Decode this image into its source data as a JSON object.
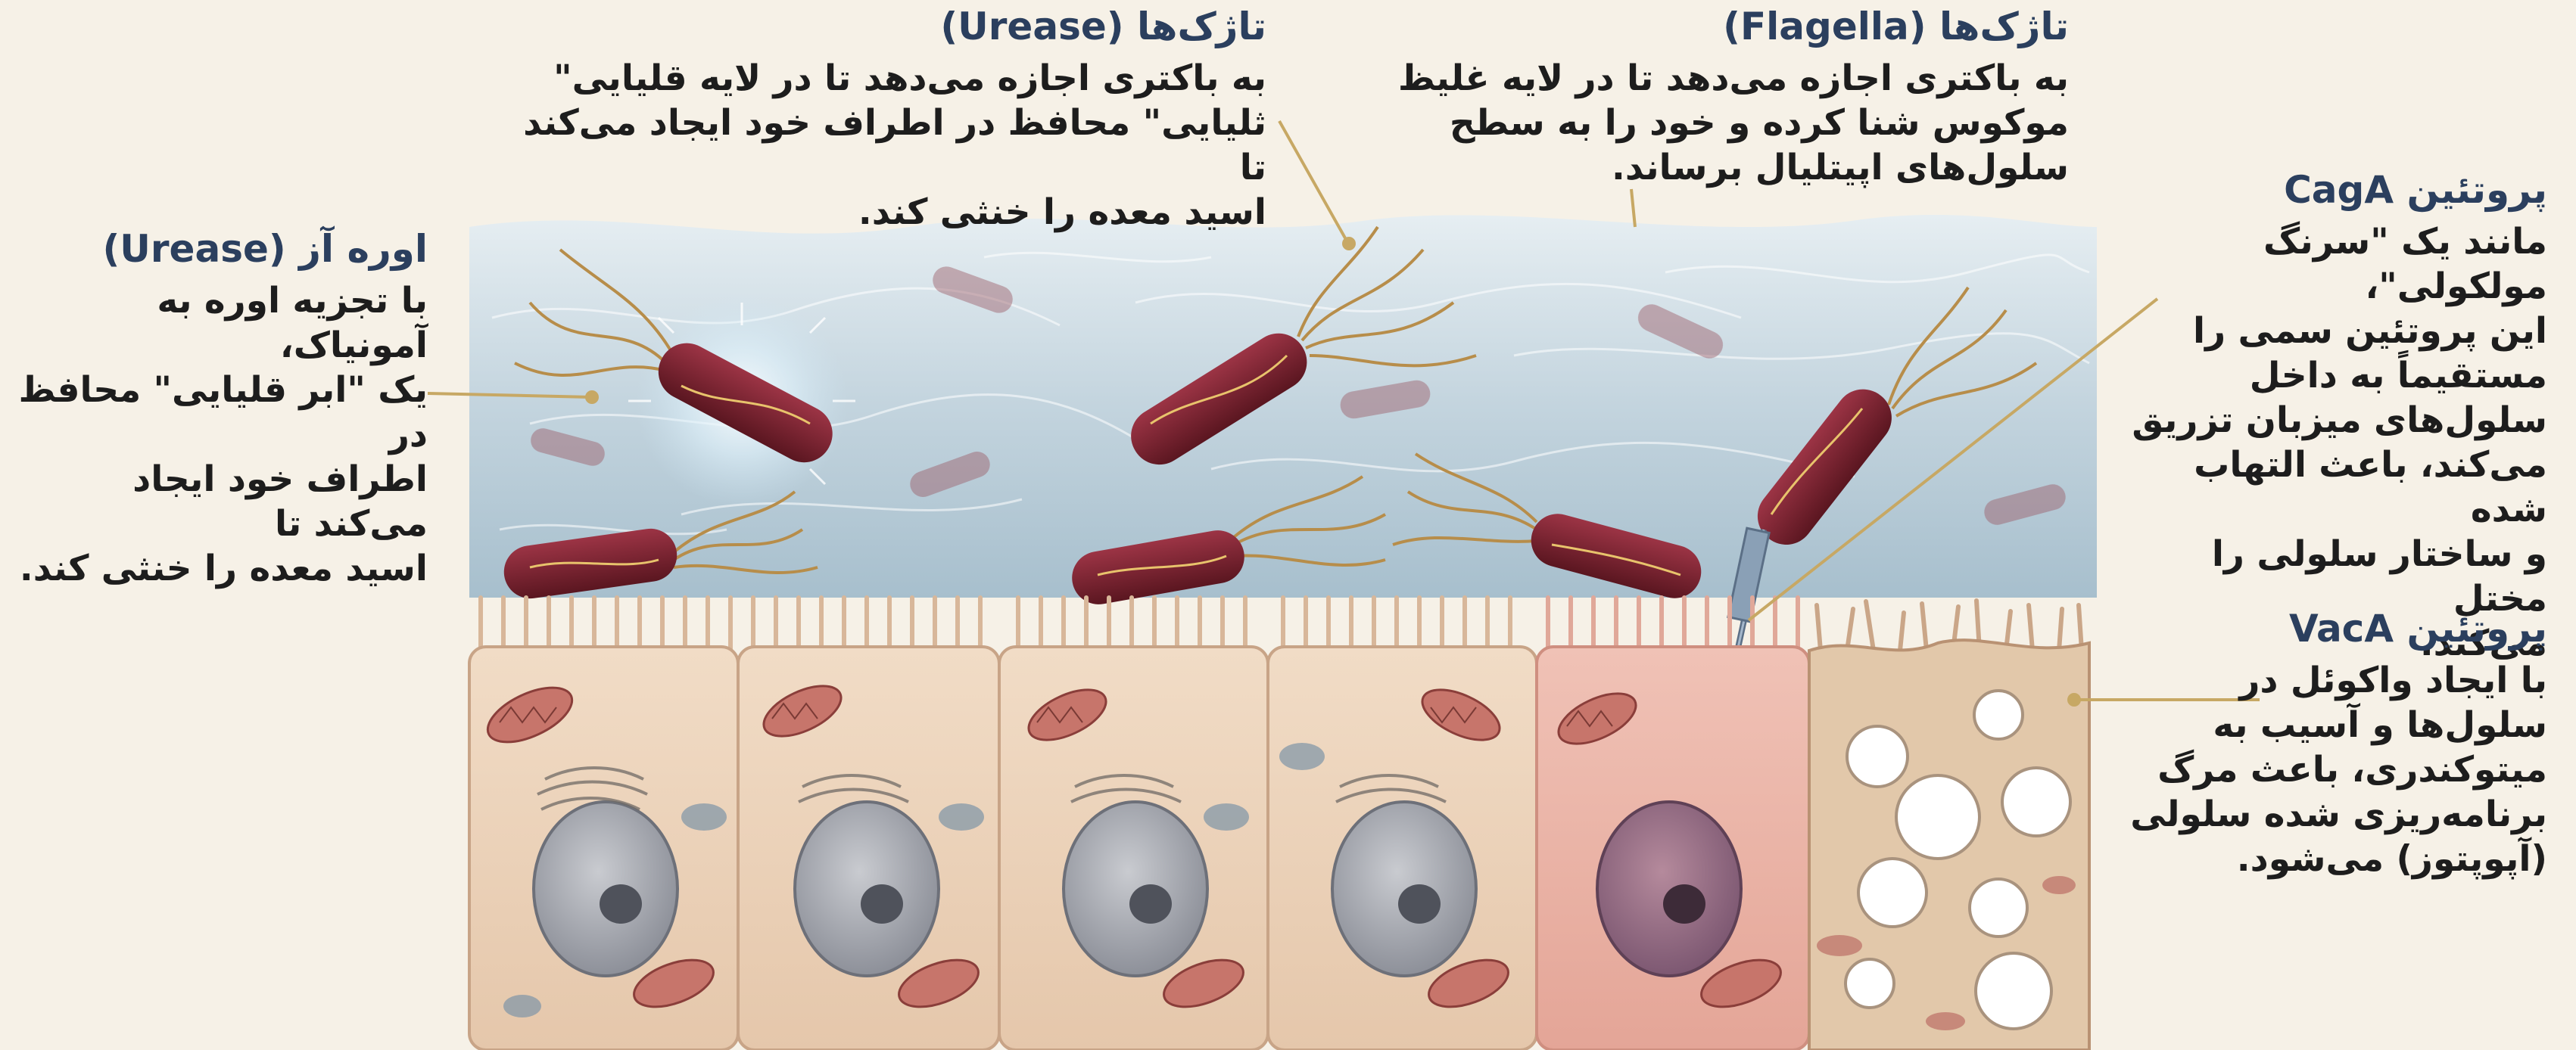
{
  "callouts": {
    "flagella": {
      "title": "تاژک‌ها (Flagella)",
      "lines": [
        "به باکتری اجازه می‌دهد تا در لایه غلیظ",
        "موکوس شنا کرده و خود را به سطح",
        "سلول‌های اپیتلیال برساند."
      ]
    },
    "urease_top": {
      "title": "تاژک‌ها (Urease)",
      "lines": [
        "به باکتری اجازه می‌دهد تا در لایه قلیایی\"",
        "ثلیایی\" محافظ در اطراف خود ایجاد می‌کند تا",
        "اسید معده را خنثی کند."
      ]
    },
    "urease_left": {
      "title": "اوره آز (Urease)",
      "lines": [
        "با تجزیه اوره به آمونیاک،",
        "یک \"ابر قلیایی\" محافظ در",
        "اطراف خود ایجاد می‌کند تا",
        "اسید معده را خنثی کند."
      ]
    },
    "caga": {
      "title": "پروتئین CagA",
      "lines": [
        "مانند یک \"سرنگ مولکولی\"،",
        "این پروتئین سمی را",
        "مستقیماً به داخل",
        "سلول‌های میزبان تزریق",
        "می‌کند، باعث التهاب شده",
        "و ساختار سلولی را مختل",
        "می‌کند."
      ]
    },
    "vaca": {
      "title": "پروتئین VacA",
      "lines": [
        "با ایجاد واکوئل در",
        "سلول‌ها و آسیب به",
        "میتوکندری، باعث مرگ",
        "برنامه‌ریزی شده سلولی",
        "(آپوپتوز) می‌شود."
      ]
    }
  },
  "colors": {
    "background": "#f6f1e7",
    "title": "#2b3f5e",
    "mucus": "#b9cbd6",
    "bacterium": "#7a2230",
    "cell_healthy": "#ecd3bd",
    "cell_inflamed": "#eab2a8",
    "leader_line": "#c7a864"
  }
}
